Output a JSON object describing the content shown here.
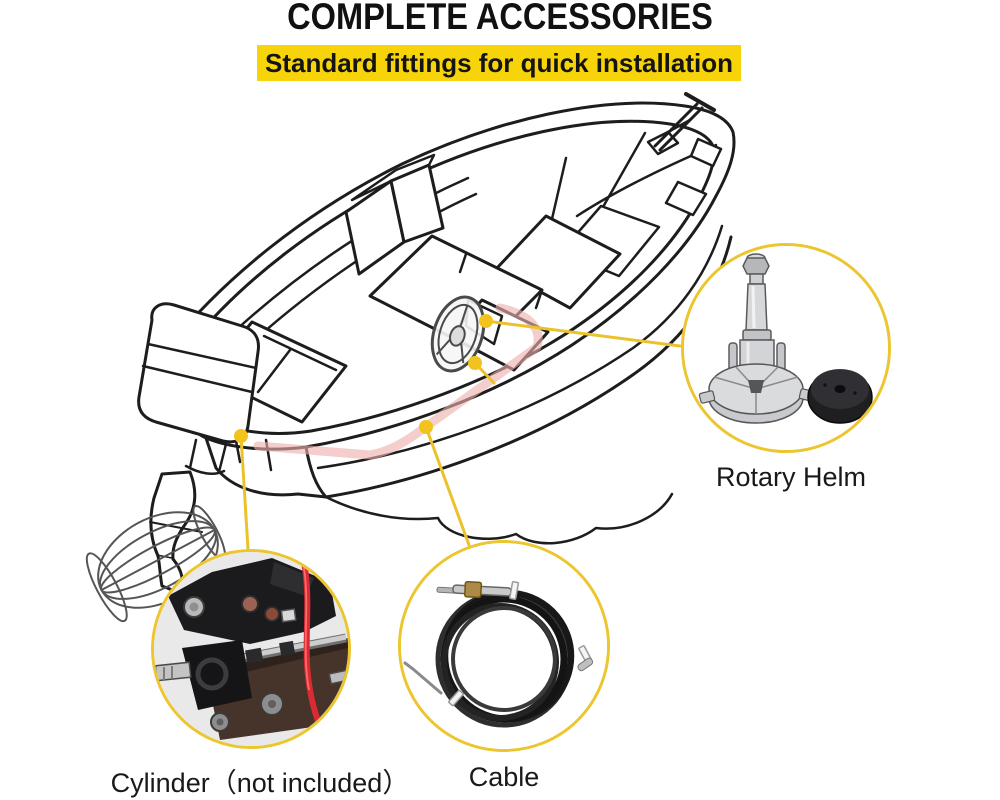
{
  "header": {
    "title": "COMPLETE ACCESSORIES",
    "subtitle": "Standard fittings for quick installation"
  },
  "callouts": [
    {
      "id": "rotary-helm",
      "label": "Rotary Helm",
      "photo": "rotary-helm-steering-unit-with-black-bezel"
    },
    {
      "id": "cylinder",
      "label": "Cylinder（not included）",
      "photo": "outboard-engine-steering-cylinder"
    },
    {
      "id": "cable",
      "label": "Cable",
      "photo": "coiled-black-steering-cable"
    }
  ],
  "diagram": {
    "description": "isometric line drawing of a boat; pink highlight shows steering cable route from helm wheel to outboard motor",
    "connector_points": [
      "steering-wheel",
      "wheel-base",
      "cable-run-on-gunwale",
      "stern-near-motor"
    ]
  },
  "colors": {
    "banner_yellow": "#f7d40a",
    "callout_yellow": "#ecc52f",
    "cable_route_pink": "#f3c6c5",
    "line_black": "#1d1d1d"
  }
}
